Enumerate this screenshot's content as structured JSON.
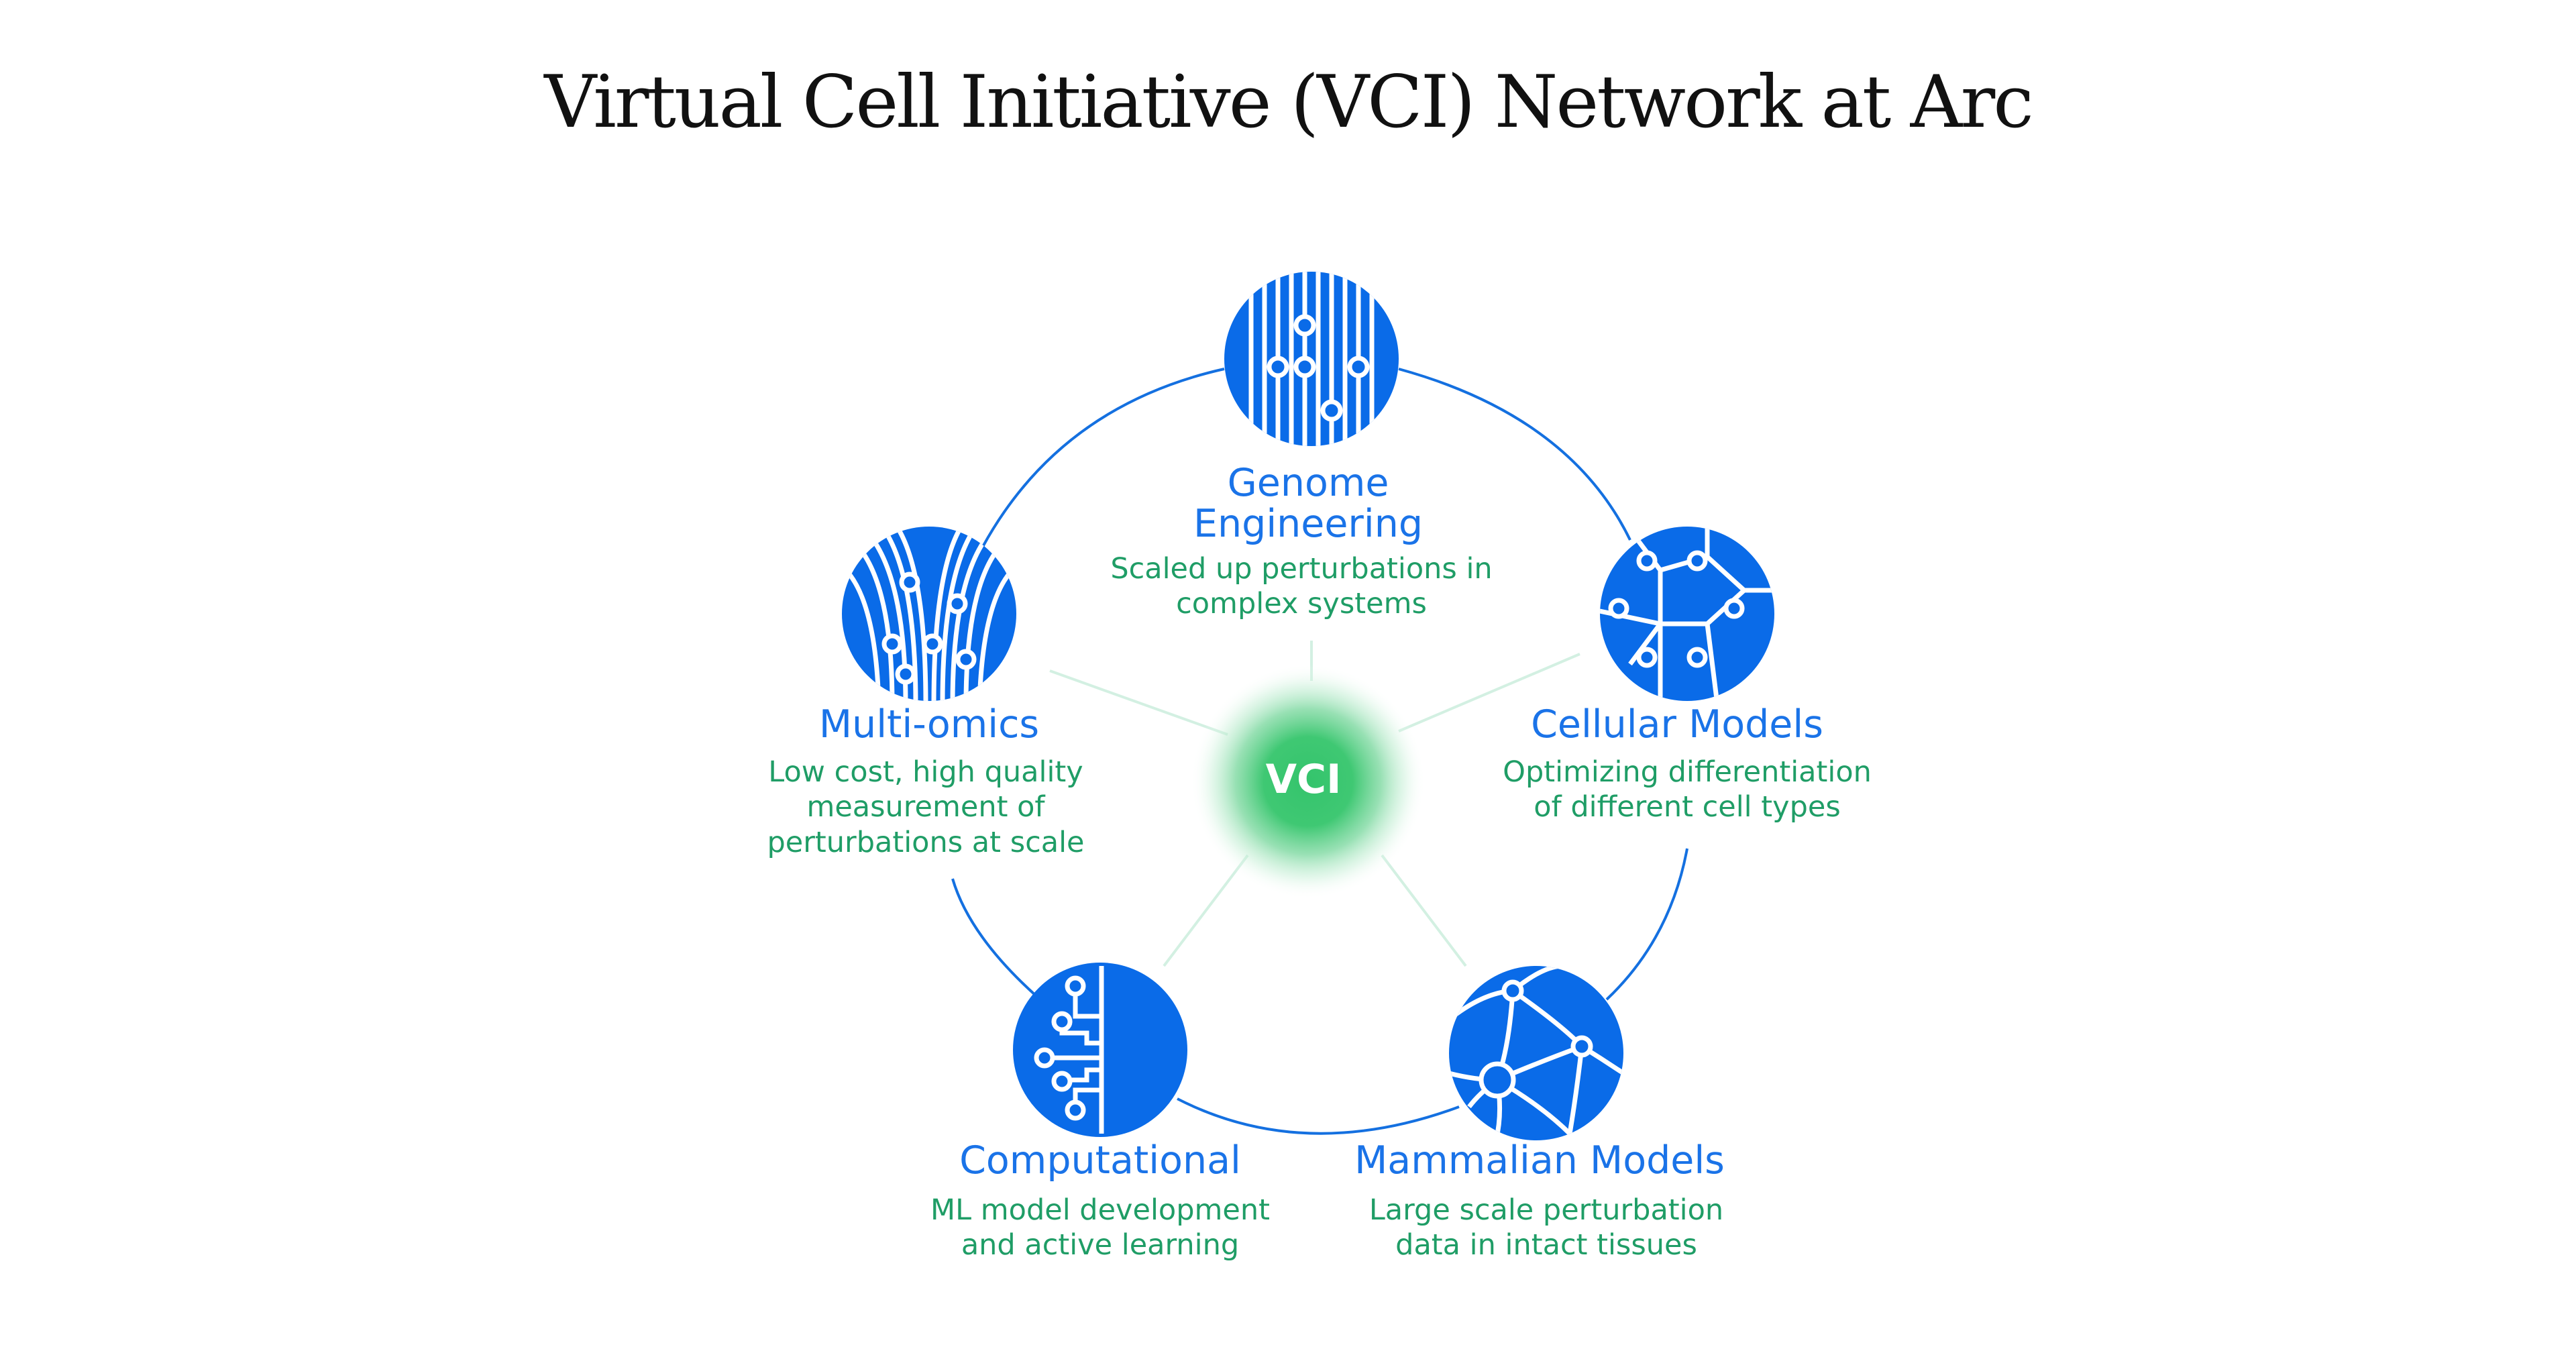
{
  "title": "Virtual Cell Initiative (VCI) Network at Arc",
  "colors": {
    "icon_blue": "#0a6be8",
    "ring_blue": "#1470e0",
    "title_blue": "#1a73e8",
    "desc_green": "#1f9d66",
    "hub_green": "#34c46c",
    "spoke": "#d3f0e2"
  },
  "hub": {
    "label": "VCI"
  },
  "nodes": {
    "genome": {
      "icon": "dna-strands-icon",
      "title": [
        "Genome",
        "Engineering"
      ],
      "desc": [
        "Scaled up perturbations in",
        "complex systems"
      ]
    },
    "cellular": {
      "icon": "cell-tissue-icon",
      "title": [
        "Cellular Models"
      ],
      "desc": [
        "Optimizing differentiation",
        "of different cell types"
      ]
    },
    "mammalian": {
      "icon": "network-mesh-icon",
      "title": [
        "Mammalian Models"
      ],
      "desc": [
        "Large scale perturbation",
        "data in intact tissues"
      ]
    },
    "computational": {
      "icon": "circuit-brain-icon",
      "title": [
        "Computational"
      ],
      "desc": [
        "ML model development",
        "and active learning"
      ]
    },
    "multiomics": {
      "icon": "converging-strands-icon",
      "title": [
        "Multi-omics"
      ],
      "desc": [
        "Low cost, high quality",
        "measurement of",
        "perturbations at scale"
      ]
    }
  }
}
